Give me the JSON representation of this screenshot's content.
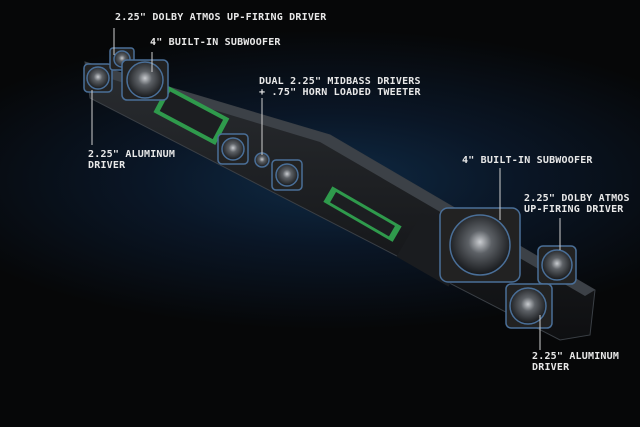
{
  "labels": {
    "top_atmos": "2.25\" DOLBY ATMOS UP-FIRING DRIVER",
    "top_subwoofer": "4\" BUILT-IN SUBWOOFER",
    "midbass_line1": "DUAL 2.25\" MIDBASS DRIVERS",
    "midbass_line2": "+ .75\" HORN LOADED TWEETER",
    "left_aluminum_line1": "2.25\" ALUMINUM",
    "left_aluminum_line2": "DRIVER",
    "right_subwoofer": "4\" BUILT-IN SUBWOOFER",
    "right_atmos_line1": "2.25\" DOLBY ATMOS",
    "right_atmos_line2": "UP-FIRING DRIVER",
    "right_aluminum_line1": "2.25\" ALUMINUM",
    "right_aluminum_line2": "DRIVER"
  },
  "colors": {
    "glow": "#1d4f80",
    "board": "#2f9a4c",
    "label": "#e8e8e8"
  }
}
